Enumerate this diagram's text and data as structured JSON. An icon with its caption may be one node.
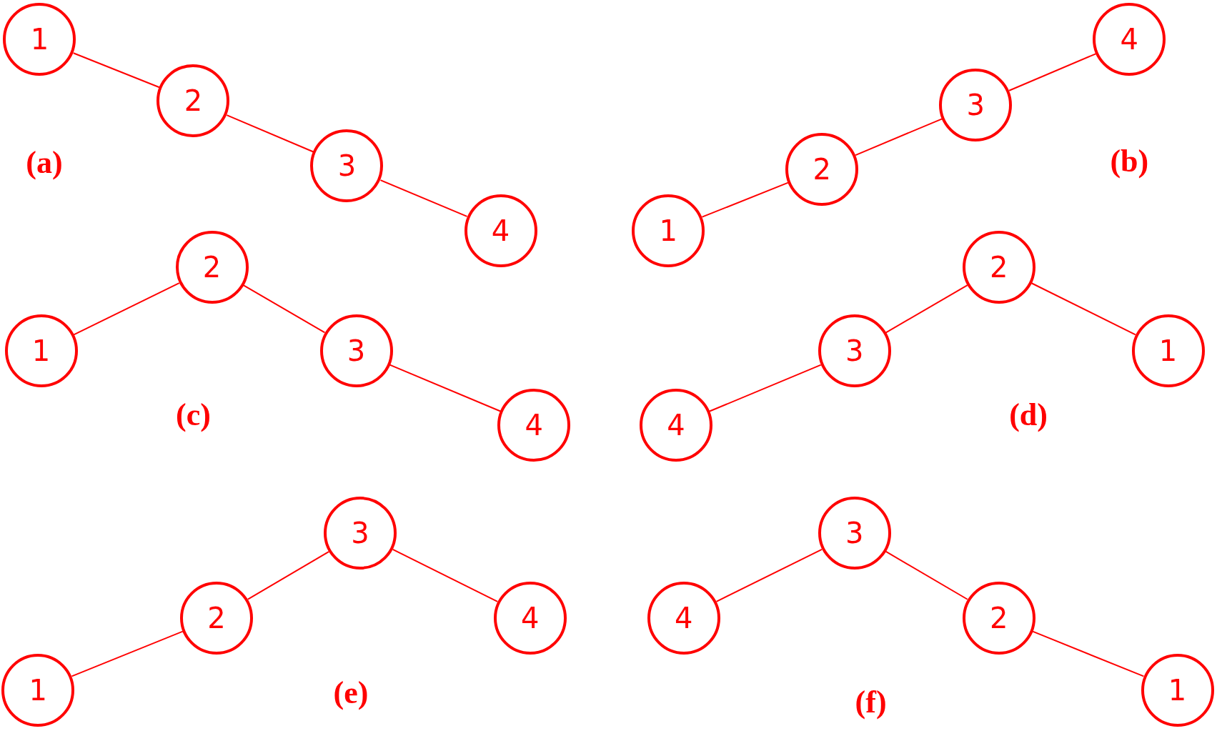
{
  "diagram": {
    "nodes": [
      {
        "text": [
          "1"
        ]
      },
      {
        "text": [
          "2"
        ]
      },
      {
        "text": [
          "3"
        ]
      },
      {
        "text": [
          "4"
        ]
      },
      {
        "text": [
          "4"
        ]
      },
      {
        "text": [
          "3"
        ]
      },
      {
        "text": [
          "2"
        ]
      },
      {
        "text": [
          "1"
        ]
      },
      {
        "text": [
          "2"
        ]
      },
      {
        "text": [
          "1"
        ]
      },
      {
        "text": [
          "3"
        ]
      },
      {
        "text": [
          "4"
        ]
      },
      {
        "text": [
          "2"
        ]
      },
      {
        "text": [
          "3"
        ]
      },
      {
        "text": [
          "1"
        ]
      },
      {
        "text": [
          "4"
        ]
      },
      {
        "text": [
          "3"
        ]
      },
      {
        "text": [
          "2"
        ]
      },
      {
        "text": [
          "4"
        ]
      },
      {
        "text": [
          "1"
        ]
      },
      {
        "text": [
          "3"
        ]
      },
      {
        "text": [
          "4"
        ]
      },
      {
        "text": [
          "2"
        ]
      },
      {
        "text": [
          "1"
        ]
      }
    ],
    "edges": [
      {
        "from": 0,
        "to": 1,
        "arrow": "none"
      },
      {
        "from": 1,
        "to": 2,
        "arrow": "none"
      },
      {
        "from": 2,
        "to": 3,
        "arrow": "none"
      },
      {
        "from": 7,
        "to": 6,
        "arrow": "none"
      },
      {
        "from": 6,
        "to": 5,
        "arrow": "none"
      },
      {
        "from": 5,
        "to": 4,
        "arrow": "none"
      },
      {
        "from": 9,
        "to": 8,
        "arrow": "none"
      },
      {
        "from": 8,
        "to": 10,
        "arrow": "none"
      },
      {
        "from": 10,
        "to": 11,
        "arrow": "none"
      },
      {
        "from": 15,
        "to": 13,
        "arrow": "none"
      },
      {
        "from": 13,
        "to": 12,
        "arrow": "none"
      },
      {
        "from": 12,
        "to": 14,
        "arrow": "none"
      },
      {
        "from": 19,
        "to": 17,
        "arrow": "none"
      },
      {
        "from": 17,
        "to": 16,
        "arrow": "none"
      },
      {
        "from": 16,
        "to": 18,
        "arrow": "none"
      },
      {
        "from": 21,
        "to": 20,
        "arrow": "none"
      },
      {
        "from": 20,
        "to": 22,
        "arrow": "none"
      },
      {
        "from": 22,
        "to": 23,
        "arrow": "none"
      }
    ],
    "labels": [
      "(a)",
      "(b)",
      "(c)",
      "(d)",
      "(e)",
      "(f)"
    ]
  }
}
